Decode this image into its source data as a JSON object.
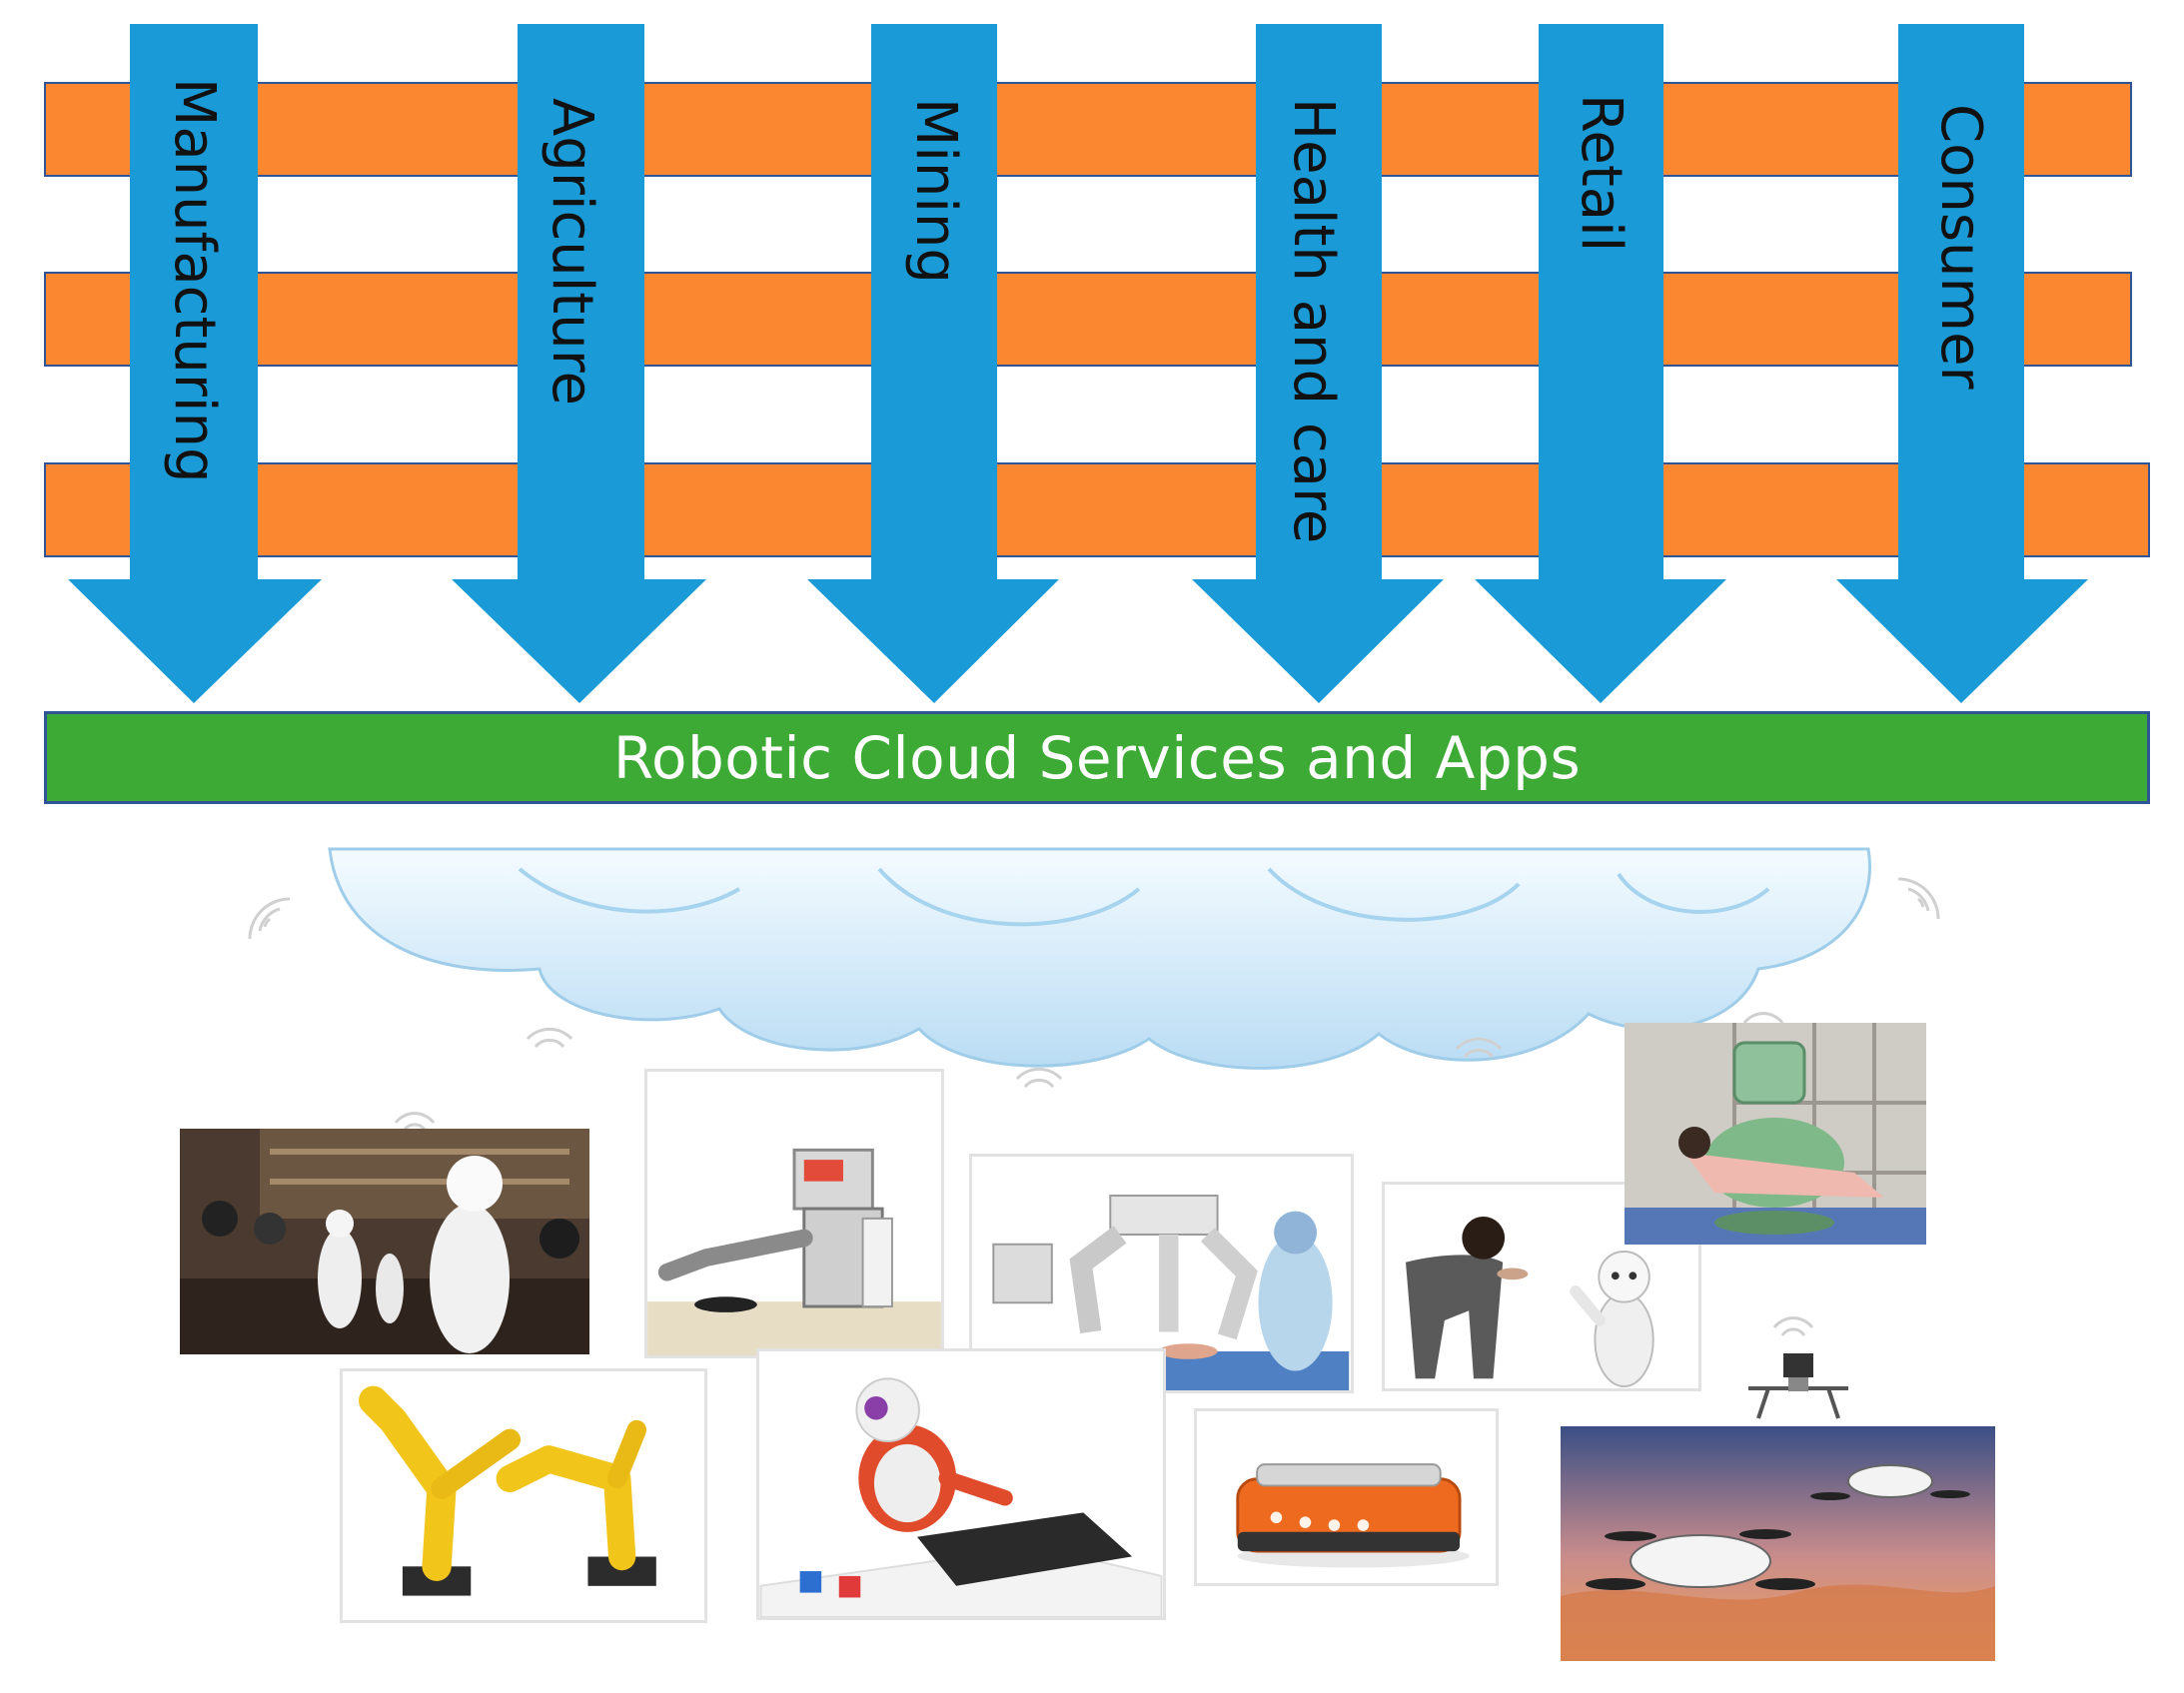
{
  "sectors": [
    {
      "label": "Manufacturing"
    },
    {
      "label": "Agriculture"
    },
    {
      "label": "Mining"
    },
    {
      "label": "Health and care"
    },
    {
      "label": "Retail"
    },
    {
      "label": "Consumer"
    }
  ],
  "platform": {
    "label": "Robotic  Cloud Services and Apps"
  },
  "colors": {
    "arrow": "#1a9bd7",
    "band": "#fb8830",
    "platform": "#3eaa36",
    "cloud": "#cfe8fa"
  },
  "photos": [
    {
      "subject": "cafe service robots"
    },
    {
      "subject": "kitchen cooking robot"
    },
    {
      "subject": "surgical robot"
    },
    {
      "subject": "humanoid companion robot"
    },
    {
      "subject": "patient lifting robot"
    },
    {
      "subject": "industrial robot arms"
    },
    {
      "subject": "small humanoid robot"
    },
    {
      "subject": "warehouse drive robot"
    },
    {
      "subject": "passenger drones"
    }
  ]
}
